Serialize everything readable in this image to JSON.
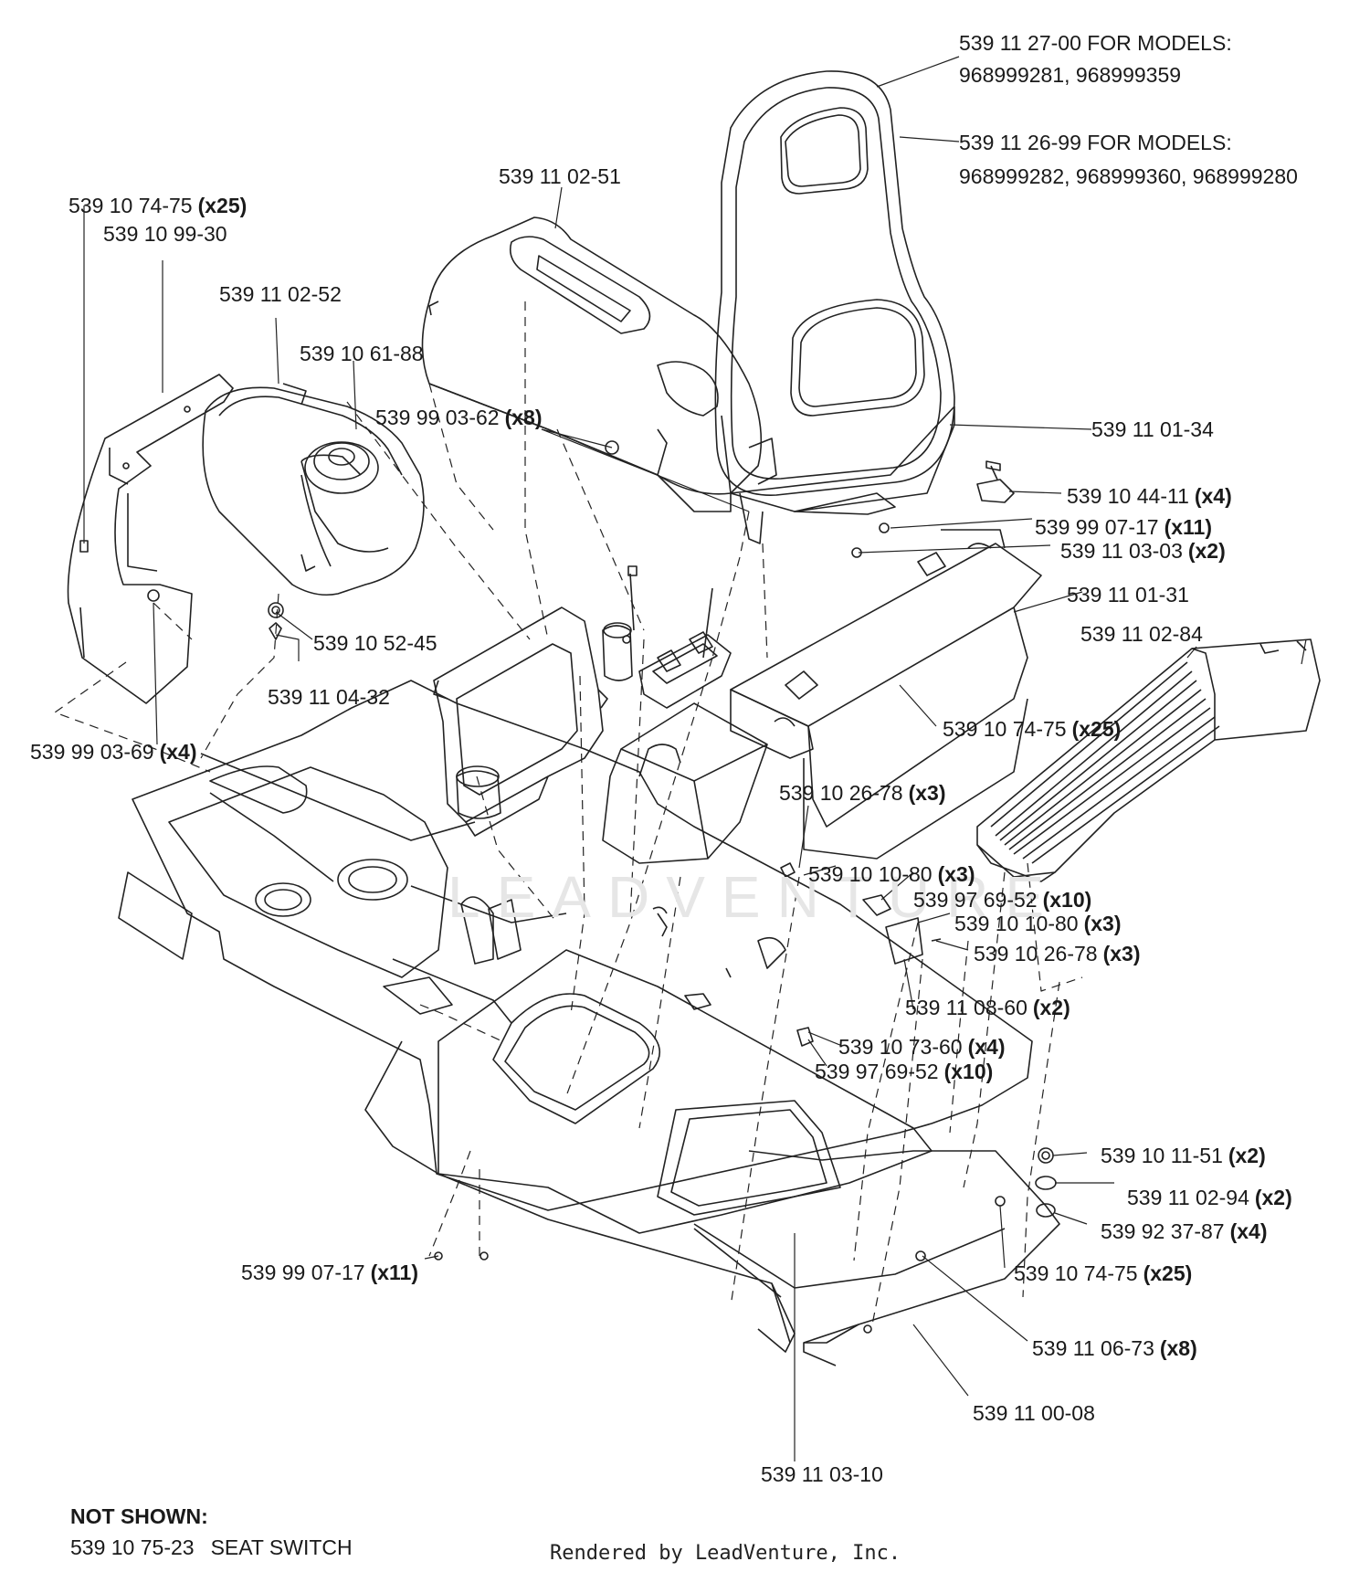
{
  "labels": [
    {
      "part": "539 11 27-00 FOR MODELS:",
      "qty": ""
    },
    {
      "part": "968999281,  968999359",
      "qty": ""
    },
    {
      "part": "539 11 26-99 FOR MODELS:",
      "qty": ""
    },
    {
      "part": "968999282,  968999360,  968999280",
      "qty": ""
    },
    {
      "part": "539 11 02-51",
      "qty": ""
    },
    {
      "part": "539 10 74-75",
      "qty": "(x25)"
    },
    {
      "part": "539 10 99-30",
      "qty": ""
    },
    {
      "part": "539 11 02-52",
      "qty": ""
    },
    {
      "part": "539 10 61-88",
      "qty": ""
    },
    {
      "part": "539 99 03-62",
      "qty": "(x8)"
    },
    {
      "part": "539 11 01-34",
      "qty": ""
    },
    {
      "part": "539 10 44-11",
      "qty": "(x4)"
    },
    {
      "part": "539 99 07-17",
      "qty": "(x11)"
    },
    {
      "part": "539 11 03-03",
      "qty": "(x2)"
    },
    {
      "part": "539 11 01-31",
      "qty": ""
    },
    {
      "part": "539 11 02-84",
      "qty": ""
    },
    {
      "part": "539 10 52-45",
      "qty": ""
    },
    {
      "part": "539 11 04-32",
      "qty": ""
    },
    {
      "part": "539 99 03-69",
      "qty": "(x4)"
    },
    {
      "part": "539 10 74-75",
      "qty": "(x25)"
    },
    {
      "part": "539 10 26-78",
      "qty": "(x3)"
    },
    {
      "part": "539 10 10-80",
      "qty": "(x3)"
    },
    {
      "part": "539 97 69-52",
      "qty": "(x10)"
    },
    {
      "part": "539 10 10-80",
      "qty": "(x3)"
    },
    {
      "part": "539 10 26-78",
      "qty": "(x3)"
    },
    {
      "part": "539 11 08-60",
      "qty": "(x2)"
    },
    {
      "part": "539 10 73-60",
      "qty": "(x4)"
    },
    {
      "part": "539 97 69-52",
      "qty": "(x10)"
    },
    {
      "part": "539 10 11-51",
      "qty": "(x2)"
    },
    {
      "part": "539 11 02-94",
      "qty": "(x2)"
    },
    {
      "part": "539 92 37-87",
      "qty": "(x4)"
    },
    {
      "part": "539 99 07-17",
      "qty": "(x11)"
    },
    {
      "part": "539 10 74-75",
      "qty": "(x25)"
    },
    {
      "part": "539 11 06-73",
      "qty": "(x8)"
    },
    {
      "part": "539 11 00-08",
      "qty": ""
    },
    {
      "part": "539 11 03-10",
      "qty": ""
    }
  ],
  "not_shown": {
    "heading": "NOT SHOWN:",
    "part": "539 10 75-23",
    "description": "SEAT SWITCH"
  },
  "watermark": "LEADVENTURE",
  "credit": "Rendered by LeadVenture, Inc."
}
